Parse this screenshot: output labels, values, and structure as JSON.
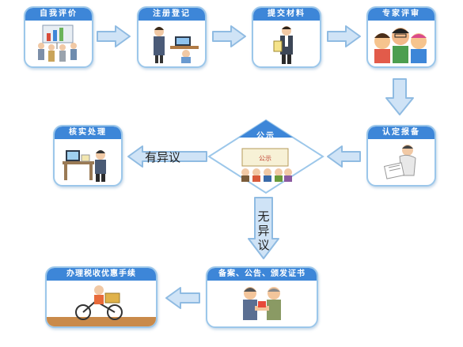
{
  "steps": {
    "self_eval": "自我评价",
    "register": "注册登记",
    "submit": "提交材料",
    "expert": "专家评审",
    "report": "认定报备",
    "publicity": "公示",
    "verify": "核实处理",
    "filing": "备案、公告、颁发证书",
    "tax": "办理税收优惠手续"
  },
  "publicity_board": "公示",
  "branches": {
    "objection": "有异议",
    "no_objection": [
      "无",
      "异",
      "议"
    ]
  },
  "colors": {
    "header_blue": "#3d86d8",
    "card_border": "#9cc7ea",
    "arrow_fill": "#cfe3f6",
    "arrow_stroke": "#8fbbe2"
  }
}
